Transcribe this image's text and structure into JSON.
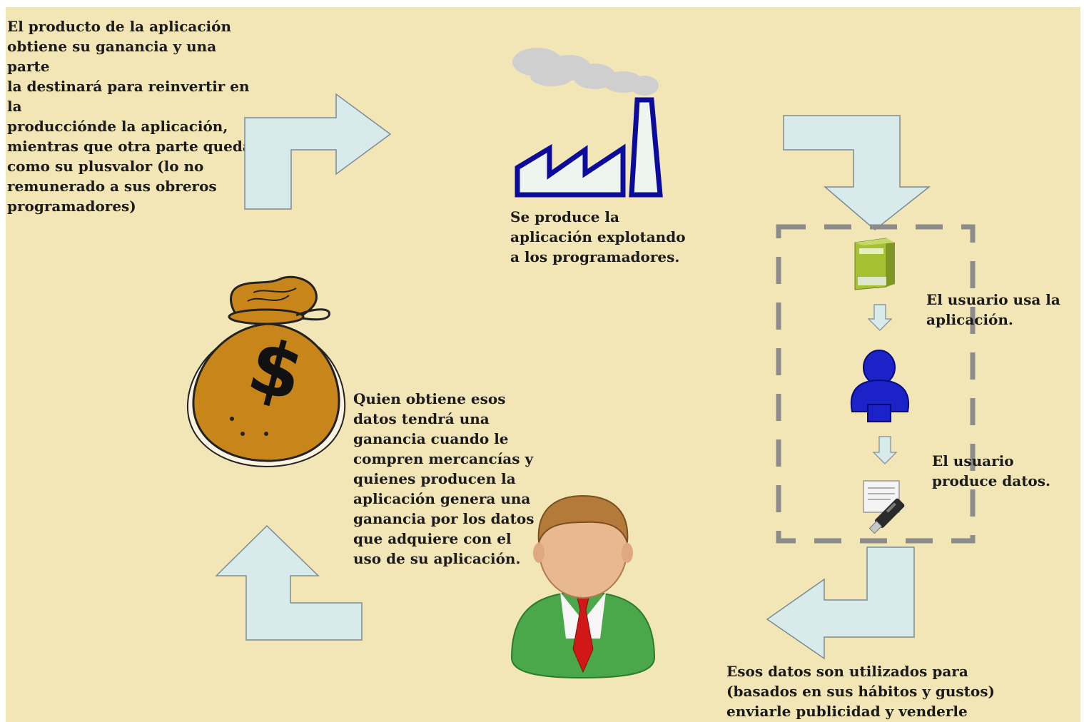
{
  "texts": {
    "profit_reinvest": "El producto de la aplicación\nobtiene su ganancia y una parte\nla destinará para reinvertir en la\nproduccióndе la aplicación,\nmientras que otra parte queda\ncomo su plusvalor (lo no\nremunerado a sus obreros\nprogramadores)",
    "production": "Se produce la\naplicación explotando\na los programadores.",
    "user_uses": "El usuario usa la\naplicación.",
    "user_produces": "El usuario\nproduce datos.",
    "data_used": "Esos datos son utilizados para\n(basados en sus hábitos y gustos)\nenviarle publicidad y venderle",
    "data_owner": "Quien obtiene esos\ndatos tendrá una\nganancia cuando le\ncompren mercancías y\nquienes producen la\naplicación genera una\nganancia por los datos\nque adquiere con el\nuso de su aplicación."
  },
  "icons": [
    "factory-icon",
    "money-bag-icon",
    "software-box-icon",
    "user-icon",
    "usb-data-icon",
    "businessman-icon"
  ],
  "colors": {
    "background": "#f3e6b6",
    "arrow_fill": "#d8eaea",
    "arrow_stroke": "#7a8b96",
    "factory_blue": "#0c0c9c",
    "bag_orange": "#c8861a",
    "dash_gray": "#8c8c8c"
  }
}
